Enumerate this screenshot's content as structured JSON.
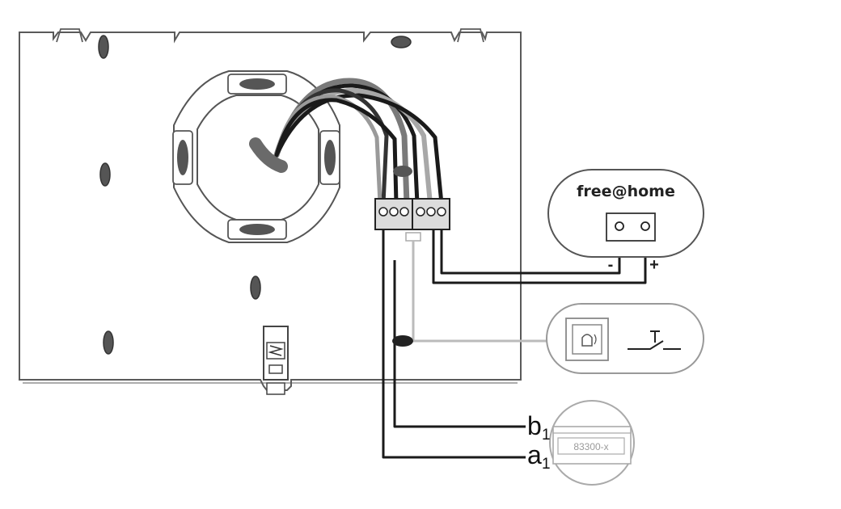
{
  "free_at_home": {
    "title": "free@home",
    "minus": "-",
    "plus": "+"
  },
  "terminals": {
    "b": {
      "letter": "b",
      "sub": "1"
    },
    "a": {
      "letter": "a",
      "sub": "1"
    }
  },
  "module": {
    "label": "83300-x"
  },
  "icons": [
    "doorbell-button-icon",
    "pushbutton-switch-icon",
    "bus-module-icon",
    "terminal-block-icon",
    "cable-bundle-icon"
  ],
  "colors": {
    "outline": "#5a5a5a",
    "wire_dark": "#1a1a1a",
    "wire_grey": "#9a9a9a",
    "accent_grey": "#bdbdbd"
  }
}
